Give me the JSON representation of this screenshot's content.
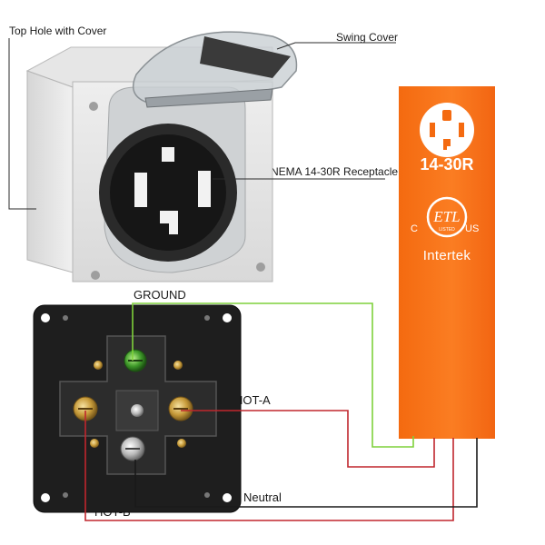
{
  "labels": {
    "top_hole": "Top Hole with Cover",
    "swing_cover": "Swing Cover",
    "receptacle": "NEMA 14-30R Receptacle",
    "ground": "GROUND",
    "hot_a": "HOT-A",
    "neutral": "Neutral",
    "hot_b": "HOT-B"
  },
  "product_card": {
    "rating": "14-30R",
    "mark_letters": "ETL",
    "mark_sub": "LISTED",
    "c_mark": "C",
    "us_mark": "US",
    "brand": "Intertek"
  },
  "wire_colors": {
    "ground": "#7fd13b",
    "hot_a": "#c0262d",
    "hot_b": "#c0262d",
    "neutral": "#1a1a1a"
  },
  "card_color": "#f77319"
}
